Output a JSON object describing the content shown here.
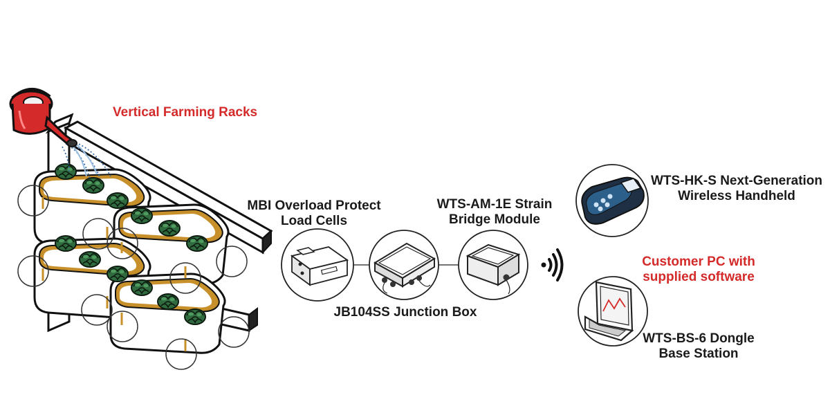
{
  "colors": {
    "label_dark": "#1a1a1a",
    "label_red": "#d42a2a",
    "tray_rim": "#c8902a",
    "plant": "#2f6b3e",
    "can": "#d42a2a",
    "signal": "#111111"
  },
  "labels": {
    "vertical_farming_racks": "Vertical Farming Racks",
    "mbi_line1": "MBI Overload Protect",
    "mbi_line2": "Load Cells",
    "wts_am_line1": "WTS-AM-1E Strain",
    "wts_am_line2": "Bridge Module",
    "junction_box": "JB104SS Junction Box",
    "handheld_line1": "WTS-HK-S Next-Generation",
    "handheld_line2": "Wireless Handheld",
    "customer_pc_line1": "Customer PC with",
    "customer_pc_line2": "supplied software",
    "base_station_line1": "WTS-BS-6 Dongle",
    "base_station_line2": "Base Station"
  },
  "icons": [
    "watering-can-icon",
    "rack-icon",
    "load-cell-icon",
    "junction-box-icon",
    "strain-bridge-module-icon",
    "wireless-signal-icon",
    "handheld-icon",
    "laptop-icon"
  ]
}
